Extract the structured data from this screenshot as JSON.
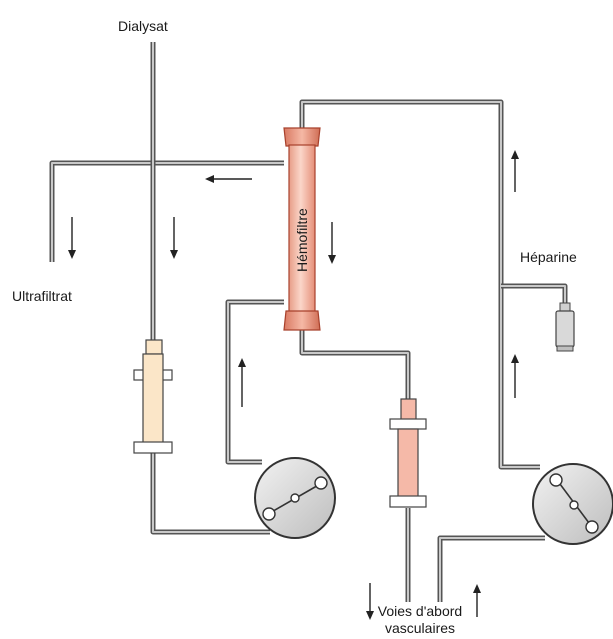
{
  "labels": {
    "dialysate": "Dialysat",
    "ultrafiltrate": "Ultrafiltrat",
    "hemofilter": "Hémofiltre",
    "heparin": "Héparine",
    "vascular_access_line1": "Voies d'abord",
    "vascular_access_line2": "vasculaires"
  },
  "colors": {
    "hemofilter_fill": "#f7c0ae",
    "hemofilter_stroke": "#b0402e",
    "syringe_dialysate_fill": "#fbe6c8",
    "syringe_blood_fill": "#f5b9a8",
    "tubing": "#555555",
    "pump_fill": "#d6d6d6"
  },
  "icons": [
    "hemofilter-icon",
    "pump-icon",
    "syringe-icon",
    "arrow-icon"
  ]
}
